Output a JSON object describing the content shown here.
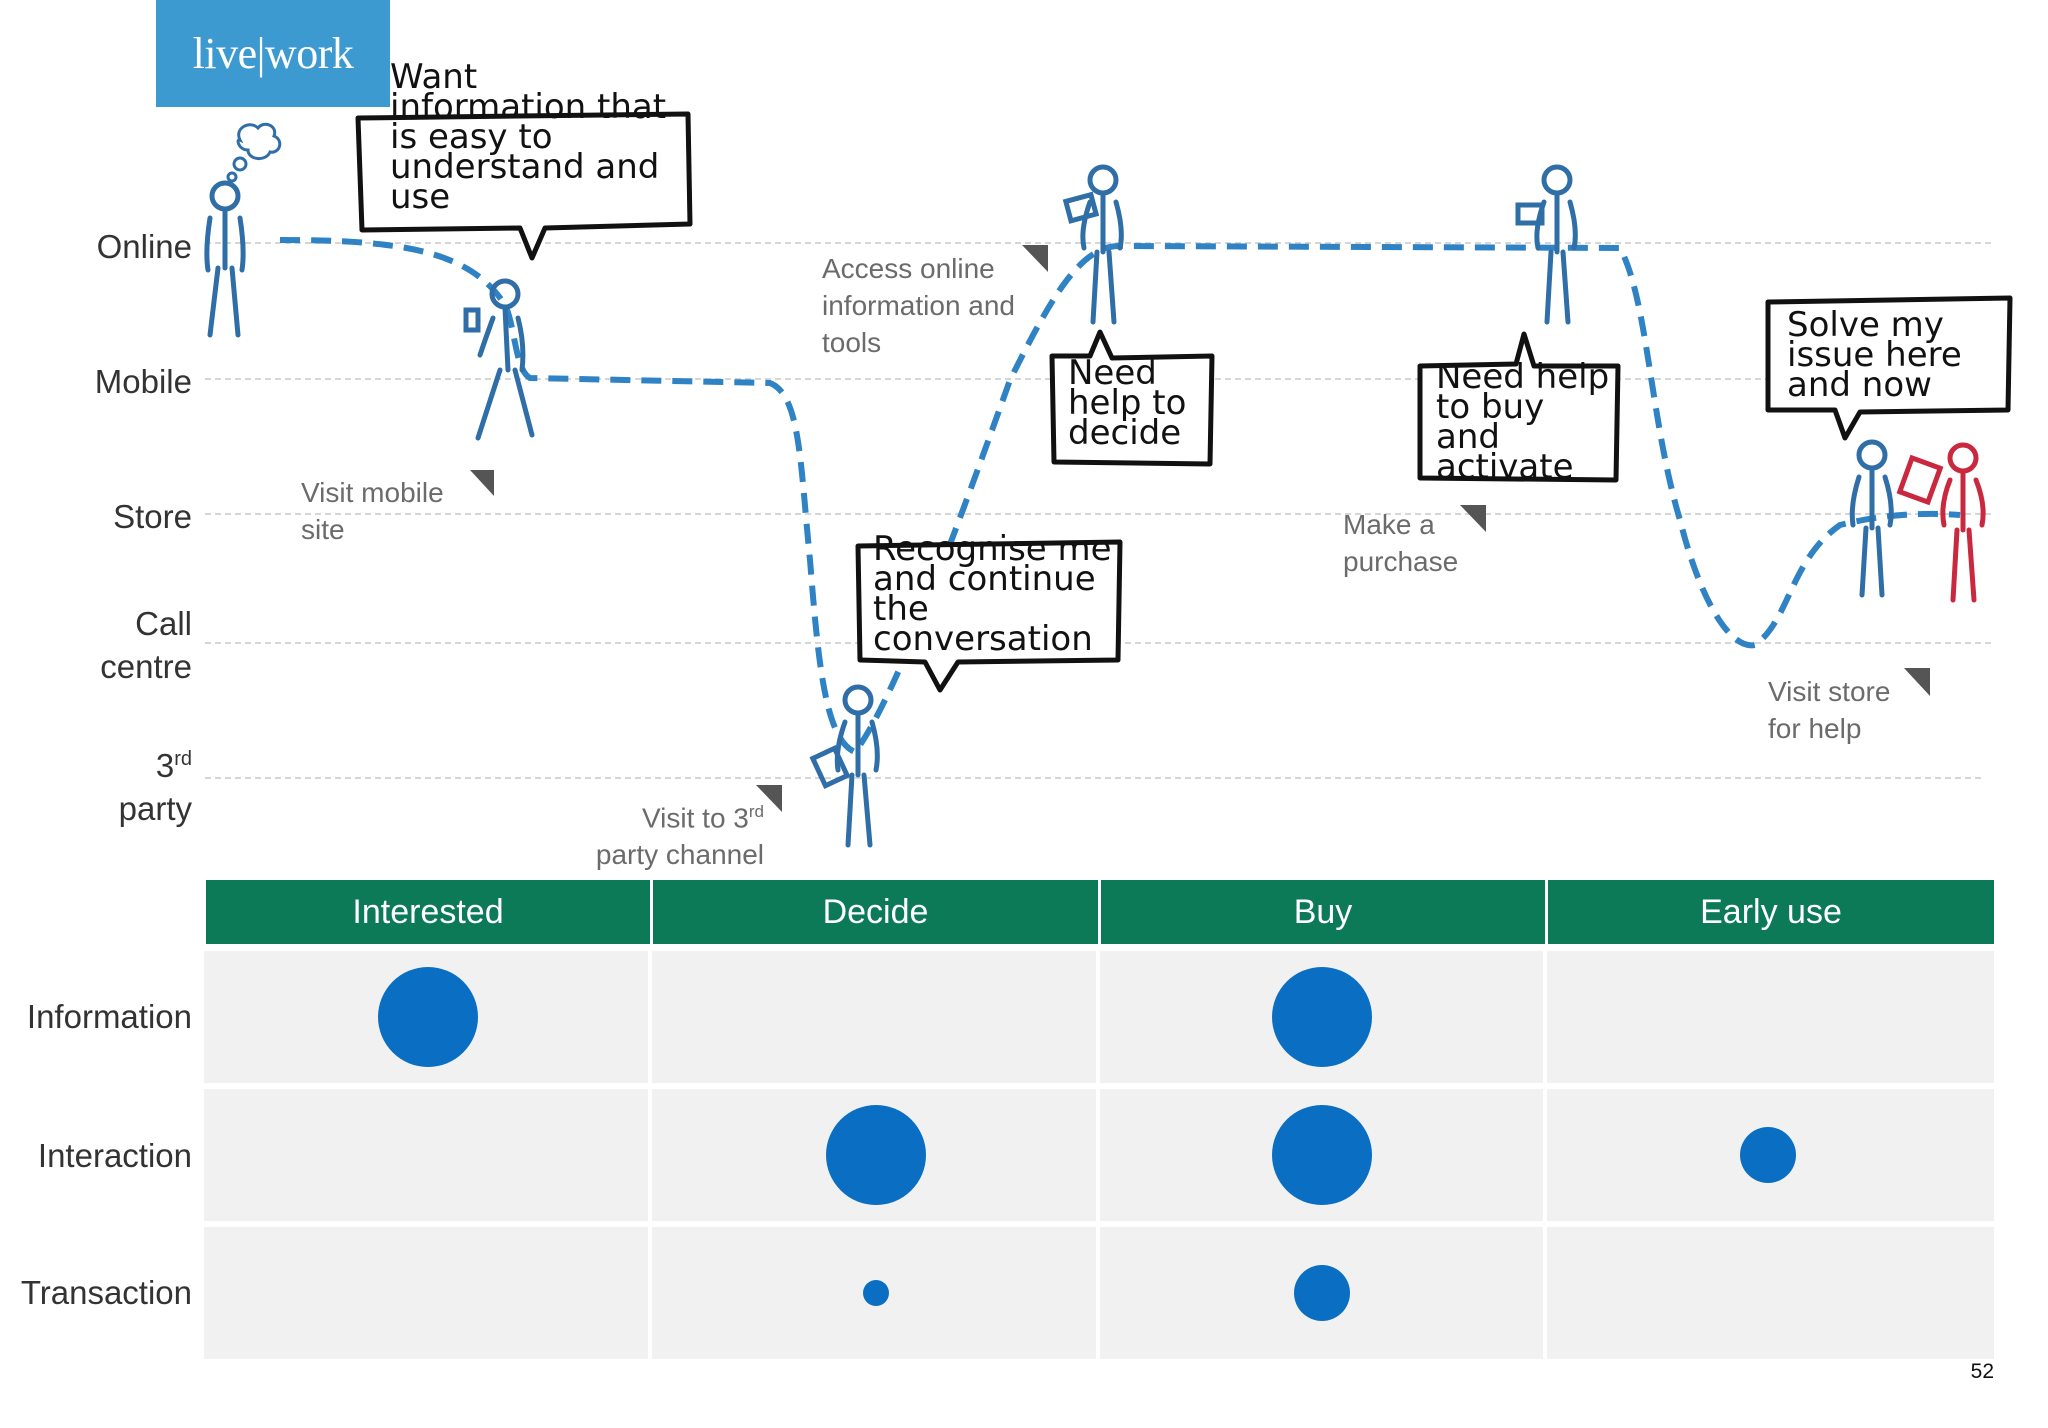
{
  "logo": {
    "text": "live|work"
  },
  "channels": {
    "online": "Online",
    "mobile": "Mobile",
    "store": "Store",
    "call_centre_1": "Call",
    "call_centre_2": "centre",
    "third_party_1": "3",
    "third_party_sup": "rd",
    "third_party_2": "party"
  },
  "annotations": {
    "visit_mobile_1": "Visit mobile",
    "visit_mobile_2": "site",
    "visit_third_1": "Visit to 3",
    "visit_third_sup": "rd",
    "visit_third_2": "party channel",
    "access_online_1": "Access online",
    "access_online_2": "information and",
    "access_online_3": "tools",
    "make_purchase_1": "Make a",
    "make_purchase_2": "purchase",
    "visit_store_1": "Visit store",
    "visit_store_2": "for help"
  },
  "bubbles": {
    "want_info": [
      "Want",
      "information that",
      "is easy to",
      "understand and",
      "use"
    ],
    "recognise": [
      "Recognise me",
      "and continue",
      "the",
      "conversation"
    ],
    "help_decide": [
      "Need",
      "help to",
      "decide"
    ],
    "help_buy": [
      "Need help",
      "to buy",
      "and",
      "activate"
    ],
    "solve_issue": [
      "Solve my",
      "issue here",
      "and now"
    ]
  },
  "stages": [
    "Interested",
    "Decide",
    "Buy",
    "Early use"
  ],
  "matrix_rows": [
    "Information",
    "Interaction",
    "Transaction"
  ],
  "matrix_sizes": {
    "Information": [
      3,
      0,
      3,
      0
    ],
    "Interaction": [
      0,
      3,
      3,
      2
    ],
    "Transaction": [
      0,
      1,
      2,
      0
    ]
  },
  "colors": {
    "journey": "#2f82c4",
    "header": "#0d7a57",
    "dot": "#0a6fc2",
    "logo": "#3d9ad1",
    "staff": "#c9283e"
  },
  "page_number": "52"
}
